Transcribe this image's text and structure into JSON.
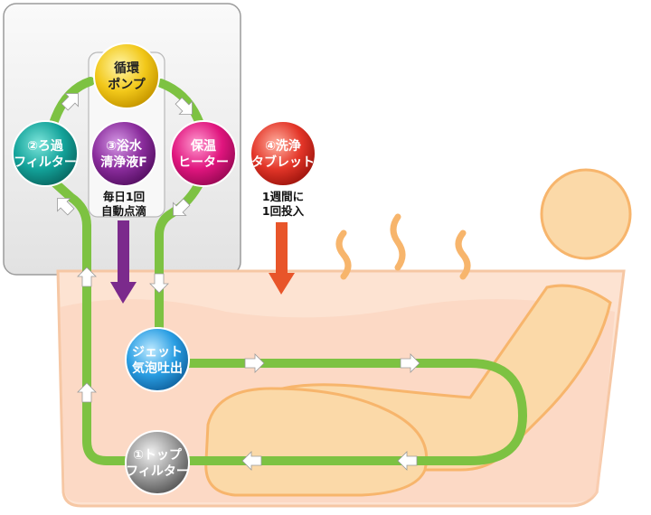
{
  "nodes": {
    "pump": {
      "line1": "循環",
      "line2": "ポンプ"
    },
    "filter2": {
      "line1": "②ろ過",
      "line2": "フィルター"
    },
    "cleaner": {
      "line1": "③浴水",
      "line2": "清浄液F"
    },
    "heater": {
      "line1": "保温",
      "line2": "ヒーター"
    },
    "tablet": {
      "line1": "④洗浄",
      "line2": "タブレット"
    },
    "jet": {
      "line1": "ジェット",
      "line2": "気泡吐出"
    },
    "filter1": {
      "line1": "①トップ",
      "line2": "フィルター"
    }
  },
  "notes": {
    "cleaner": {
      "line1": "毎日1回",
      "line2": "自動点滴"
    },
    "tablet": {
      "line1": "1週間に",
      "line2": "1回投入"
    }
  },
  "colors": {
    "pipe": "#7dc242",
    "cleaner_arrow": "#7b2a8c",
    "tablet_arrow": "#e8552a",
    "tub_fill": "#fde3d2",
    "tub_stroke": "#f6c7a4",
    "person": "#fbd9a8",
    "person_stroke": "#f7b56c",
    "device": "#f1f1f1"
  },
  "icons": {
    "pipe_arrow": "white-chevron-arrow-icon",
    "steam": "steam-wave-icon"
  }
}
